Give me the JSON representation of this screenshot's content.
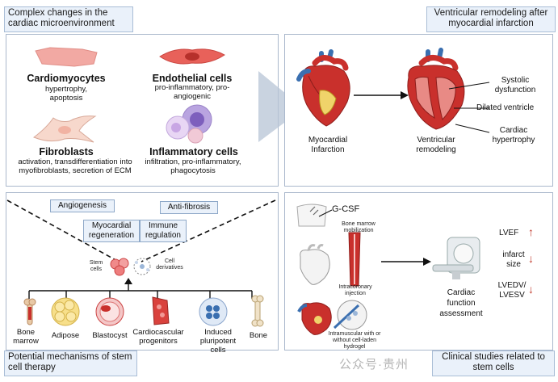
{
  "panel_tl": {
    "title": "Complex changes in the cardiac microenvironment",
    "cells": [
      {
        "name": "Cardiomyocytes",
        "desc": "hypertrophy, apoptosis"
      },
      {
        "name": "Endothelial cells",
        "desc": "pro-inflammatory, pro-angiogenic"
      },
      {
        "name": "Fibroblasts",
        "desc": "activation, transdifferentiation into myofibroblasts, secretion of ECM"
      },
      {
        "name": "Inflammatory cells",
        "desc": "infiltration, pro-inflammatory, phagocytosis"
      }
    ]
  },
  "panel_tr": {
    "title": "Ventricular remodeling after myocardial infarction",
    "mi_label": "Myocardial Infarction",
    "vr_label": "Ventricular remodeling",
    "callouts": [
      "Systolic dysfunction",
      "Dilated ventricle",
      "Cardiac hypertrophy"
    ]
  },
  "panel_bl": {
    "title": "Potential mechanisms of stem cell therapy",
    "mechanisms": [
      "Angiogenesis",
      "Anti-fibrosis",
      "Myocardial regeneration",
      "Immune regulation"
    ],
    "stem_label": "Stem cells",
    "deriv_label": "Cell derivatives",
    "sources": [
      "Bone marrow",
      "Adipose",
      "Blastocyst",
      "Cardiocascular progenitors",
      "Induced pluripotent cells",
      "Bone"
    ]
  },
  "panel_br": {
    "title": "Clinical studies related to stem cells",
    "gcsf": "G-CSF",
    "bm_mob": "Bone marrow mobilization",
    "ic_inj": "Intracoronary injection",
    "im_inj": "Intramuscular with or without cell-laden hydrogel",
    "assessment": "Cardiac function assessment",
    "metrics": [
      {
        "label": "LVEF",
        "direction": "up"
      },
      {
        "label": "infarct size",
        "direction": "down"
      },
      {
        "label": "LVEDV/ LVESV",
        "direction": "down"
      }
    ]
  },
  "watermark": "公众号·贵州",
  "colors": {
    "panel_border": "#aab8cc",
    "title_fill": "#eaf1fa",
    "heart_red": "#c9302c",
    "vessel_blue": "#3a6fb0",
    "arrow_red": "#c0392b"
  }
}
